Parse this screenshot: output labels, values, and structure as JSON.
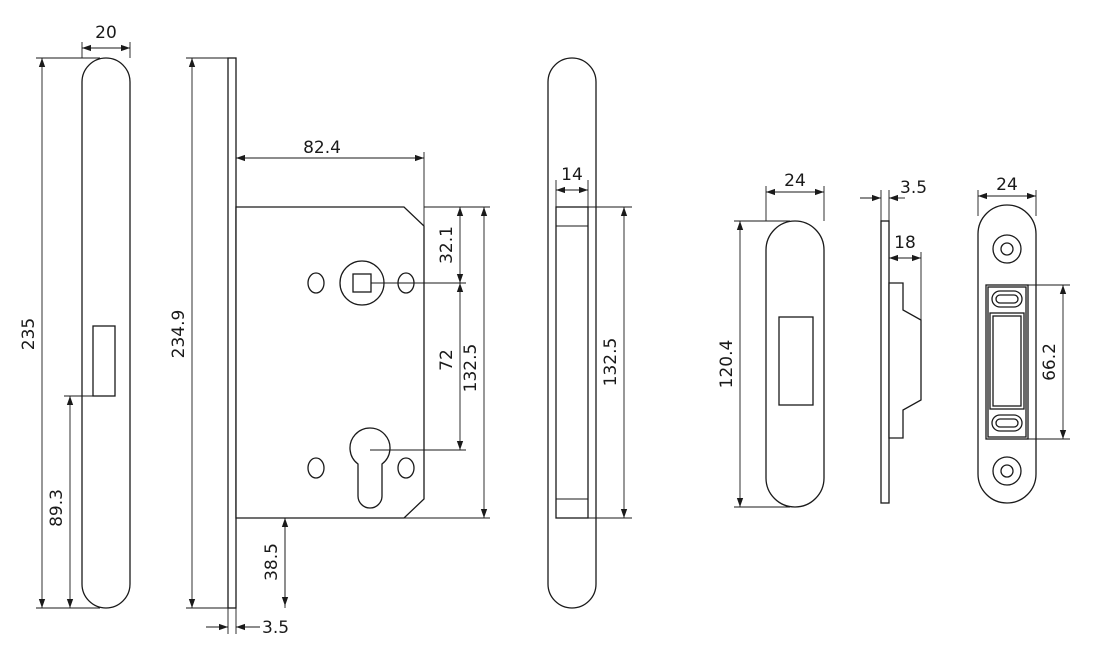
{
  "dimensions": {
    "faceplate_width": "20",
    "faceplate_height": "235",
    "faceplate_lower": "89.3",
    "body_total_height": "234.9",
    "backset": "82.4",
    "spindle_offset": "32.1",
    "centers_distance": "72",
    "case_height": "132.5",
    "bottom_offset": "38.5",
    "plate_thickness": "3.5",
    "side_width": "14",
    "side_height": "132.5",
    "strike_width": "24",
    "strike_height": "120.4",
    "strike_thickness": "3.5",
    "strike_depth": "18",
    "keeper_width": "24",
    "keeper_height": "66.2"
  },
  "colors": {
    "stroke": "#1a1a1a",
    "background": "#ffffff"
  }
}
